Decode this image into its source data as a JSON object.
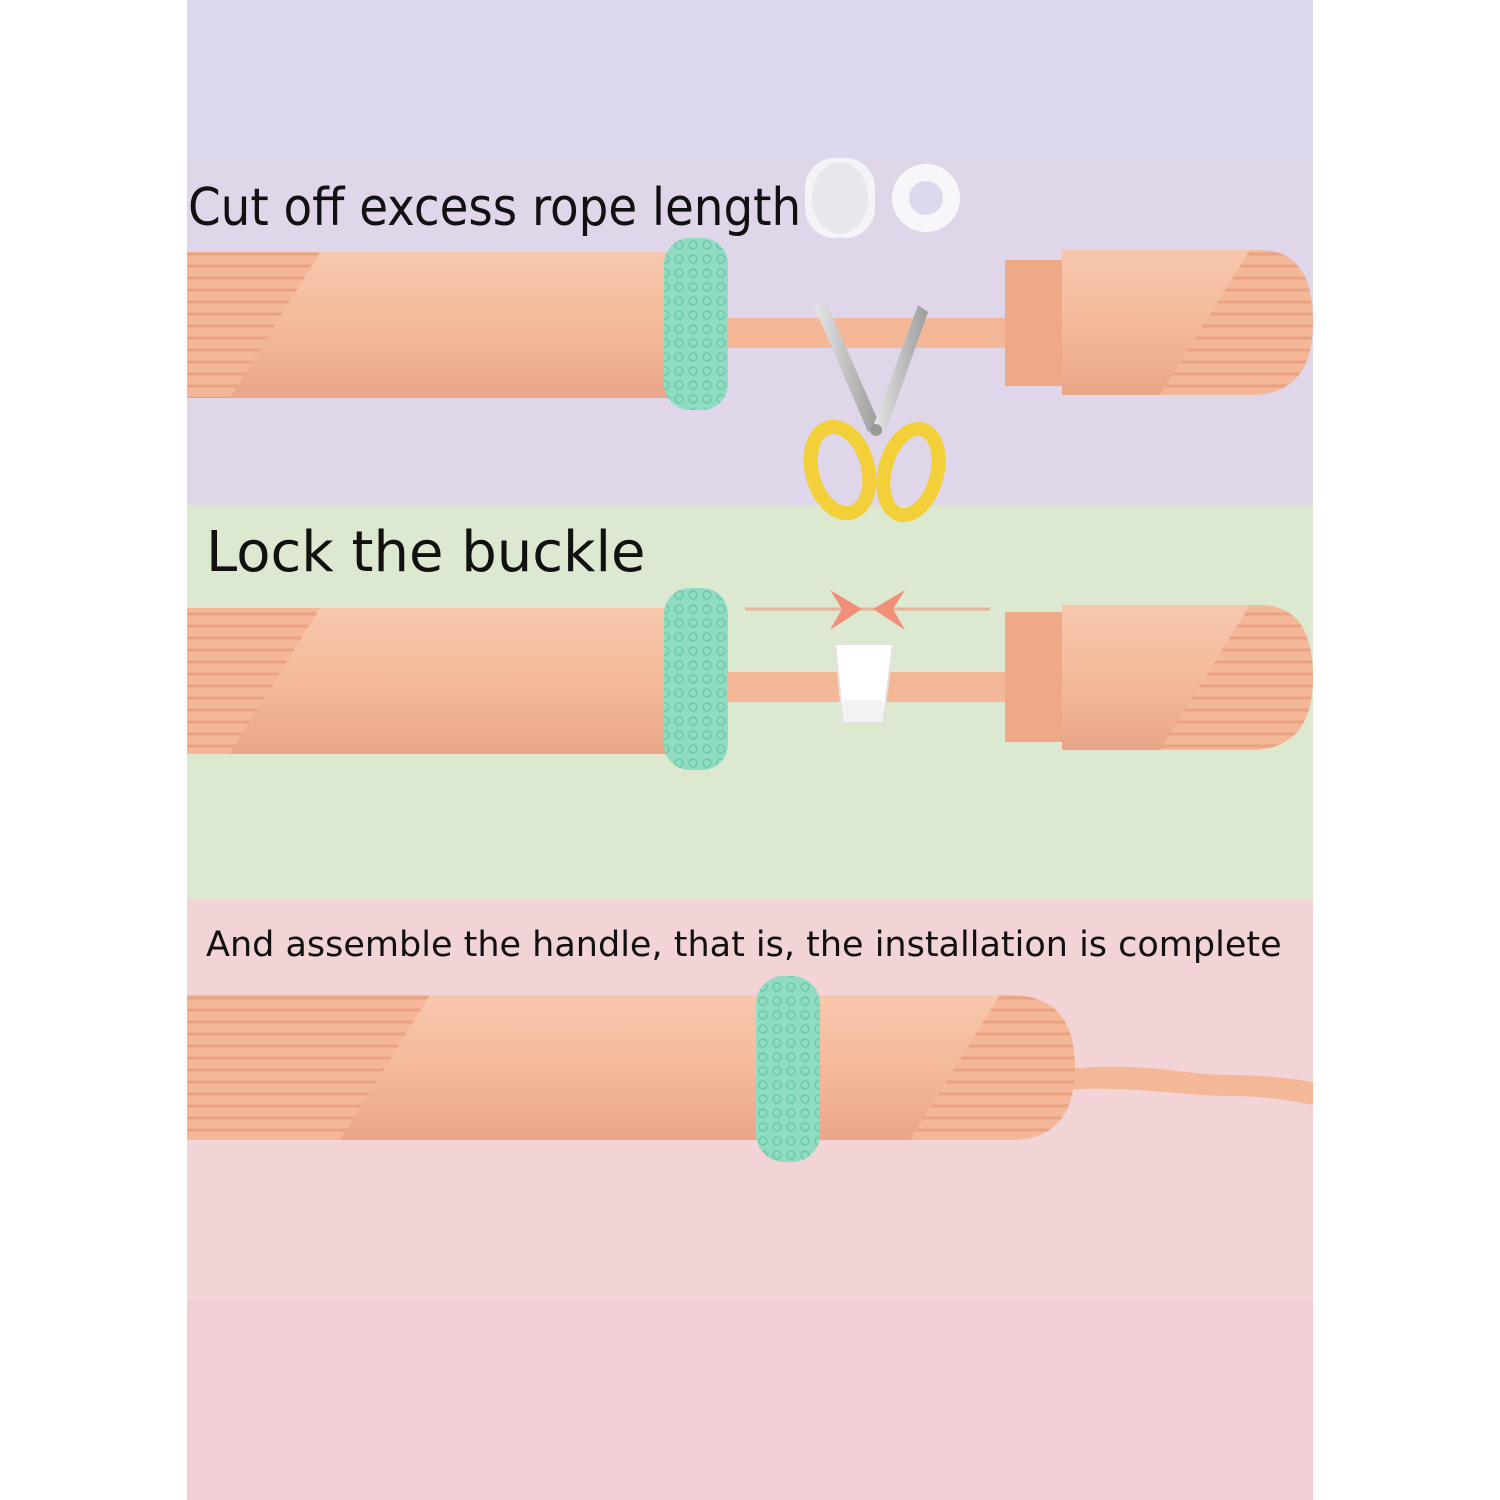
{
  "steps": [
    {
      "caption": "Cut off excess rope length"
    },
    {
      "caption": "Lock the buckle"
    },
    {
      "caption": "And assemble the handle, that is, the installation is complete"
    }
  ],
  "colors": {
    "band_lavender": "#dcd9ee",
    "band_green": "#dce8cf",
    "band_pink": "#f2d3d6",
    "handle": "#f4b899",
    "handle_shadow": "#e8a585",
    "grip_ring": "#8fdcc3",
    "scissors_handle": "#f3cf3a",
    "arrow": "#f28f78"
  },
  "icons": [
    "scissors-icon",
    "arrows-icon",
    "washer-icon",
    "buckle-icon"
  ]
}
